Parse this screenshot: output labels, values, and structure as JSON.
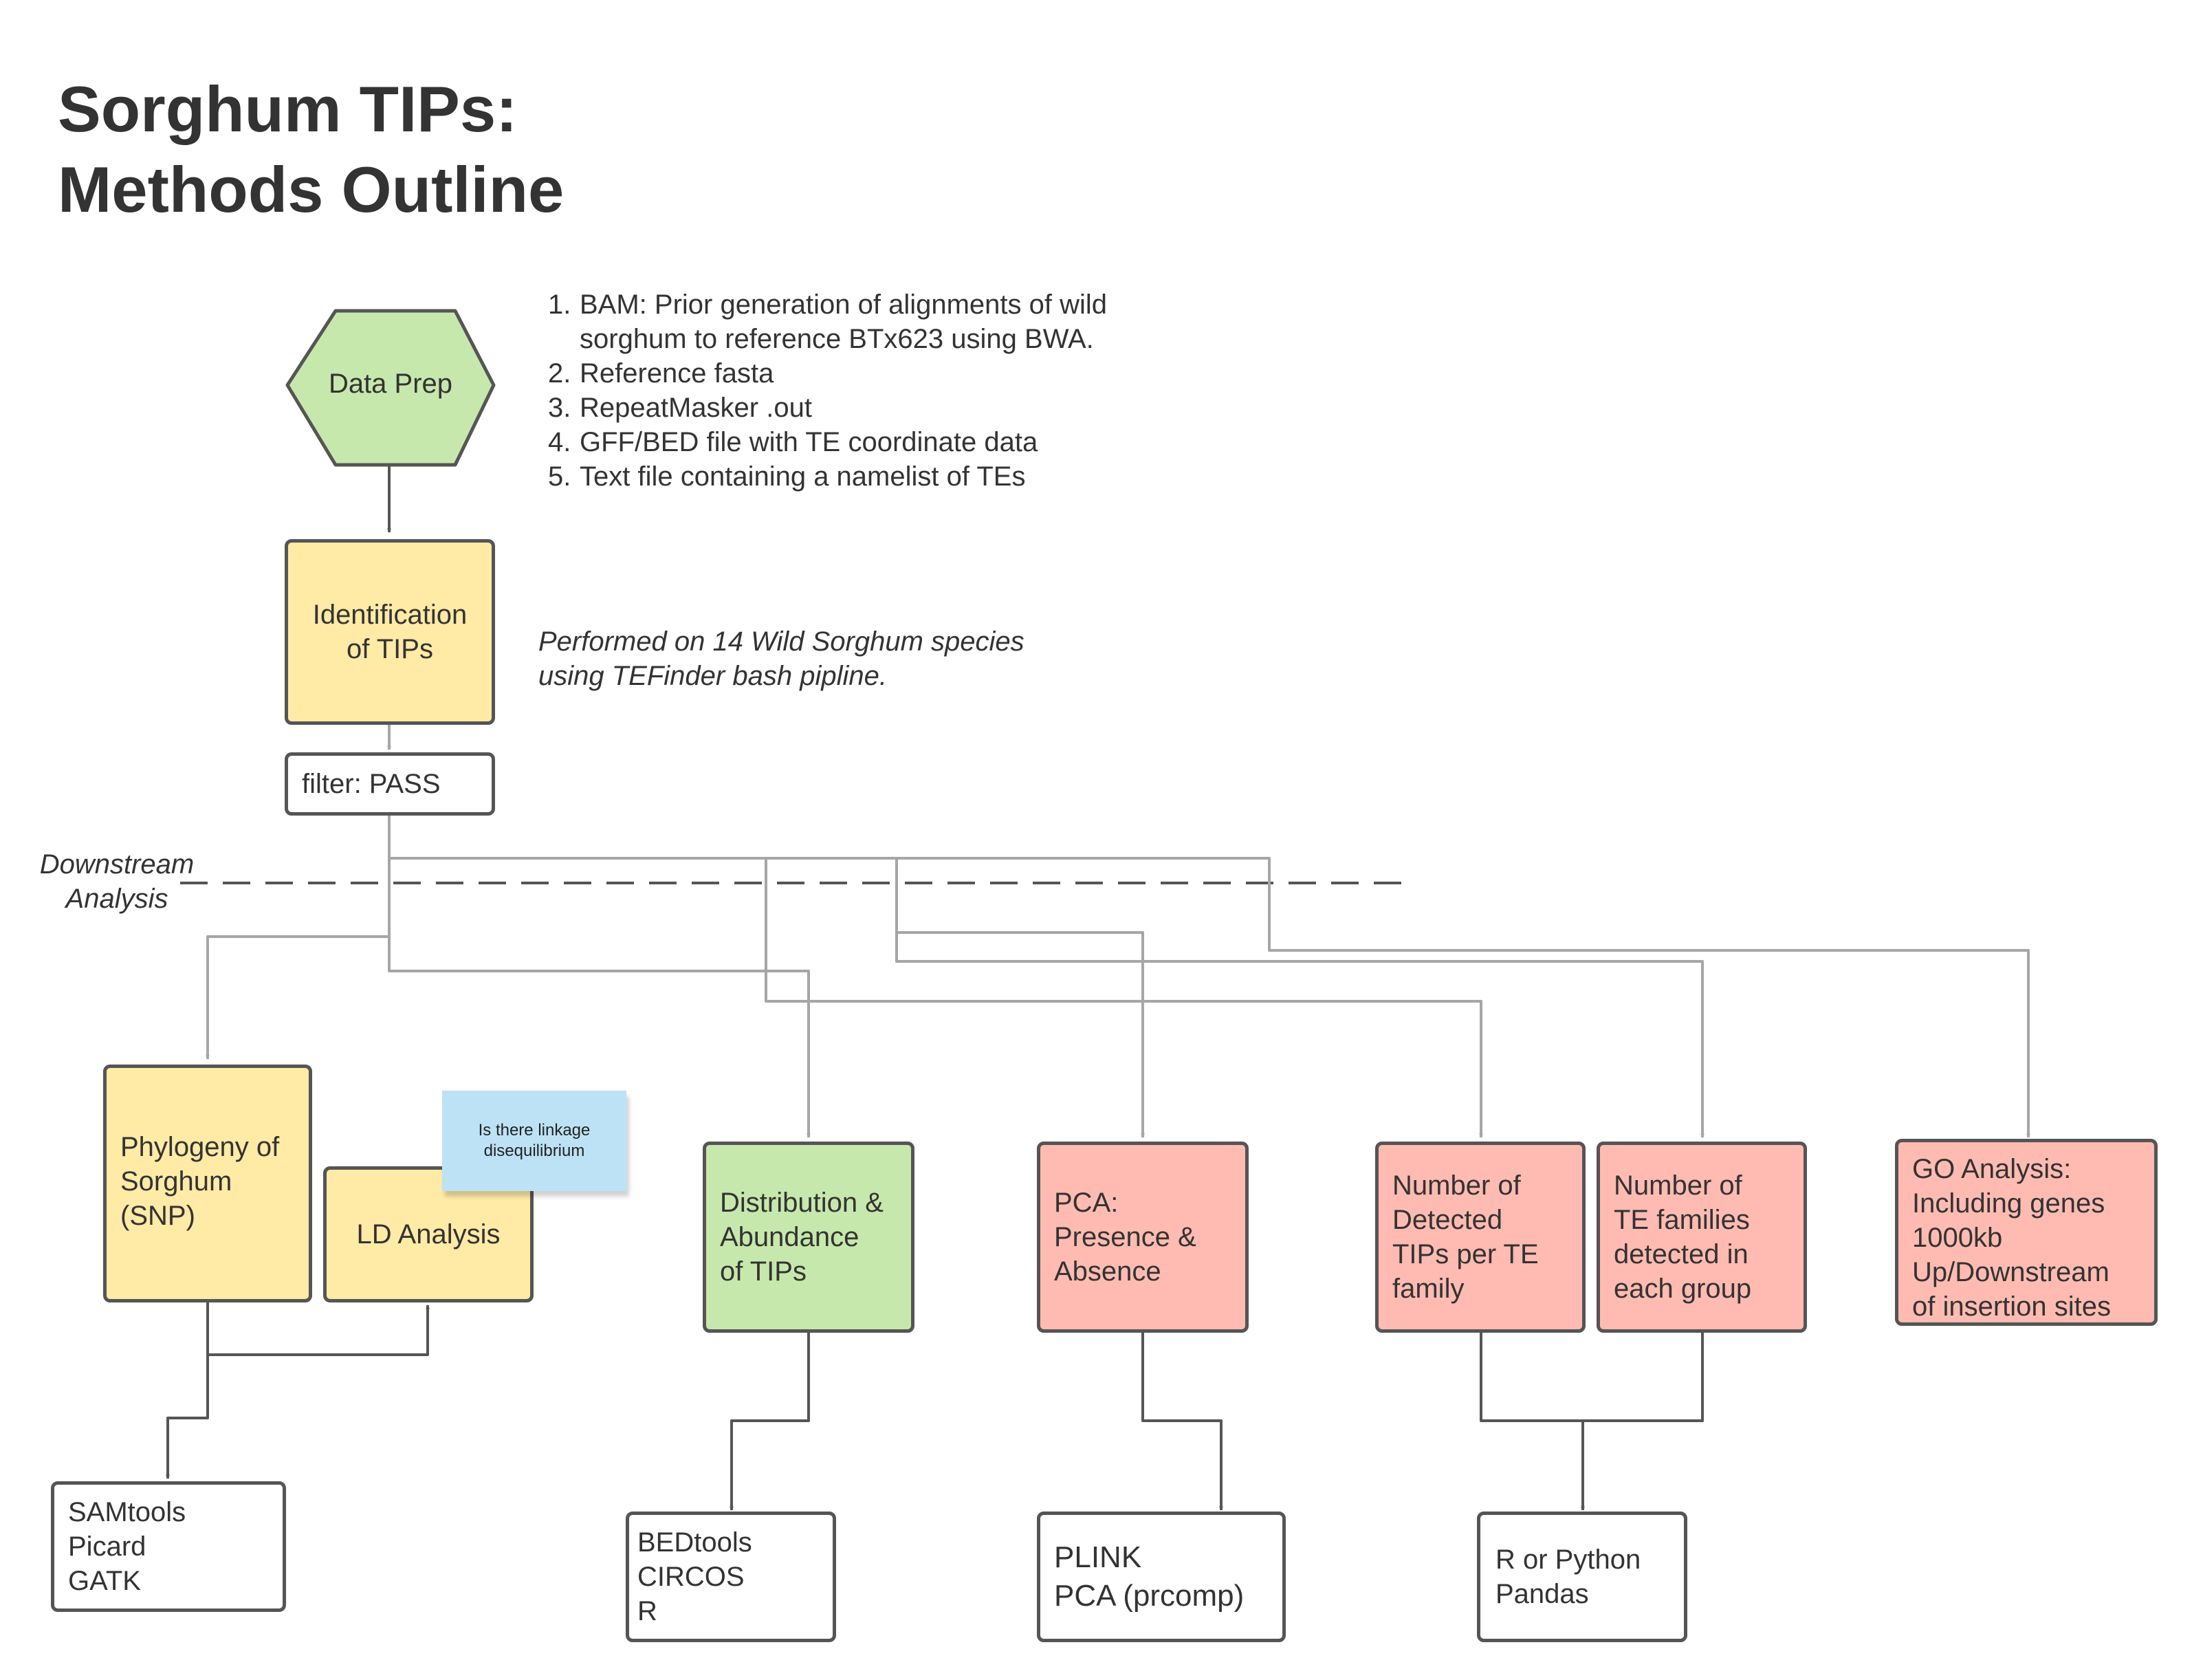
{
  "title": {
    "line1": "Sorghum TIPs:",
    "line2": "Methods Outline"
  },
  "data_prep": {
    "label": "Data Prep"
  },
  "inputs": [
    {
      "num": "1.",
      "text": "BAM: Prior generation of  alignments of wild sorghum to reference BTx623 using BWA."
    },
    {
      "num": "2.",
      "text": "Reference fasta"
    },
    {
      "num": "3.",
      "text": "RepeatMasker .out"
    },
    {
      "num": "4.",
      "text": "GFF/BED file with TE coordinate data"
    },
    {
      "num": "5.",
      "text": "Text file containing a namelist of TEs"
    }
  ],
  "identification": {
    "line1": "Identification",
    "line2": "of TIPs"
  },
  "performed_note": {
    "line1": "Performed on 14 Wild Sorghum species",
    "line2": "using TEFinder bash pipline."
  },
  "filter": {
    "label": "filter: PASS"
  },
  "downstream": {
    "line1": "Downstream",
    "line2": "Analysis"
  },
  "phylogeny": {
    "line1": "Phylogeny of",
    "line2": "Sorghum",
    "line3": "(SNP)"
  },
  "ld_analysis": {
    "label": "LD Analysis"
  },
  "sticky_note": {
    "line1": "Is there linkage",
    "line2": "disequilibrium"
  },
  "distribution": {
    "line1": "Distribution &",
    "line2": "Abundance",
    "line3": "of TIPs"
  },
  "pca": {
    "line1": "PCA:",
    "line2": "Presence &",
    "line3": "Absence"
  },
  "num_detected": {
    "line1": "Number of",
    "line2": "Detected",
    "line3": "TIPs per TE",
    "line4": "family"
  },
  "num_families": {
    "line1": "Number of",
    "line2": "TE families",
    "line3": "detected in",
    "line4": "each group"
  },
  "go_analysis": {
    "line1": "GO Analysis:",
    "line2": "Including genes",
    "line3": "1000kb",
    "line4": "Up/Downstream",
    "line5": "of insertion sites"
  },
  "tools_phylo": {
    "line1": "SAMtools",
    "line2": "Picard",
    "line3": "GATK"
  },
  "tools_dist": {
    "line1": "BEDtools",
    "line2": "CIRCOS",
    "line3": "R"
  },
  "tools_pca": {
    "line1": "PLINK",
    "line2": "PCA (prcomp)"
  },
  "tools_counts": {
    "line1": "R or Python",
    "line2": "Pandas"
  },
  "colors": {
    "yellow": "#ffeaa6",
    "green": "#c7e8ac",
    "red": "#ffbbb1",
    "sticky_blue": "#bde2f5",
    "dark_connector": "#555555",
    "light_connector": "#a6a6a6"
  }
}
